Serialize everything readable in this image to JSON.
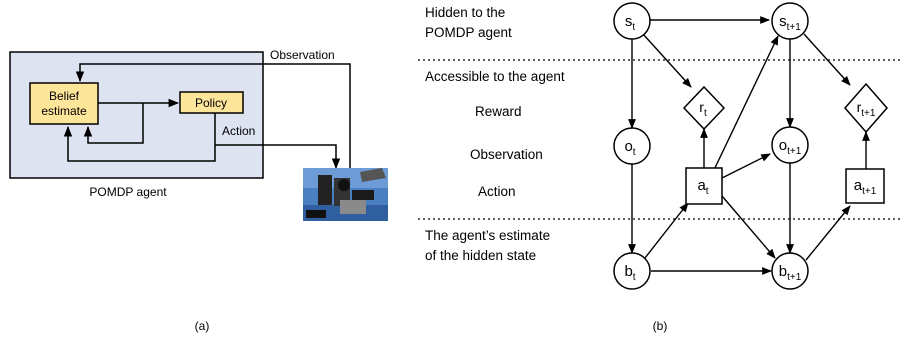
{
  "panel_a": {
    "boxes": {
      "belief_line1": "Belief",
      "belief_line2": "estimate",
      "policy": "Policy"
    },
    "labels": {
      "observation": "Observation",
      "action": "Action",
      "agent": "POMDP agent"
    },
    "caption": "(a)"
  },
  "panel_b": {
    "regions": {
      "hidden_line1": "Hidden to the",
      "hidden_line2": "POMDP agent",
      "accessible": "Accessible to the agent",
      "estimate_line1": "The agent’s estimate",
      "estimate_line2": "of the hidden state"
    },
    "rows": {
      "reward": "Reward",
      "observation": "Observation",
      "action": "Action"
    },
    "nodes": {
      "st": {
        "base": "s",
        "sub": "t"
      },
      "st1": {
        "base": "s",
        "sub": "t+1"
      },
      "rt": {
        "base": "r",
        "sub": "t"
      },
      "rt1": {
        "base": "r",
        "sub": "t+1"
      },
      "ot": {
        "base": "o",
        "sub": "t"
      },
      "ot1": {
        "base": "o",
        "sub": "t+1"
      },
      "at": {
        "base": "a",
        "sub": "t"
      },
      "at1": {
        "base": "a",
        "sub": "t+1"
      },
      "bt": {
        "base": "b",
        "sub": "t"
      },
      "bt1": {
        "base": "b",
        "sub": "t+1"
      }
    },
    "caption": "(b)"
  },
  "colors": {
    "agent_box": "#dde3f1",
    "module_box": "#fde59a",
    "photo_bg": "#4a7fc1"
  }
}
